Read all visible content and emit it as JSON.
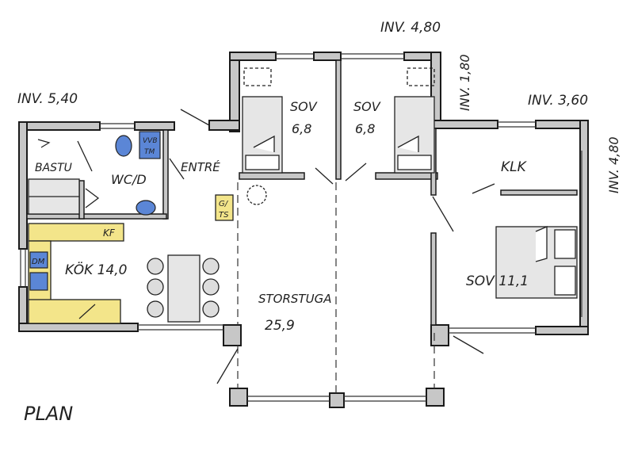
{
  "plan_title": "PLAN",
  "dimension_labels": {
    "left_top": "INV. 5,40",
    "top_center": "INV. 4,80",
    "vertical_center": "INV. 1,80",
    "right_top": "INV. 3,60",
    "right_vertical": "INV. 4,80"
  },
  "rooms": {
    "bastu": "BASTU",
    "wcd": "WC/D",
    "entre": "ENTRÉ",
    "sov_left": "SOV",
    "sov_left_area": "6,8",
    "sov_mid": "SOV",
    "sov_mid_area": "6,8",
    "klk": "KLK",
    "sov_right": "SOV 11,1",
    "kok": "KÖK 14,0",
    "storstuga": "STORSTUGA",
    "storstuga_area": "25,9"
  },
  "fixtures": {
    "vvb": "VVB",
    "tm": "TM",
    "kf": "KF",
    "dm": "DM",
    "gts_g": "G/",
    "gts_ts": "TS"
  },
  "colors": {
    "wall_fill": "#c7c7c7",
    "wall_stroke": "#1a1a1a",
    "kitchen_yellow": "#f3e58a",
    "fixture_blue": "#5b86d6",
    "furniture_gray": "#d9d9d9"
  }
}
